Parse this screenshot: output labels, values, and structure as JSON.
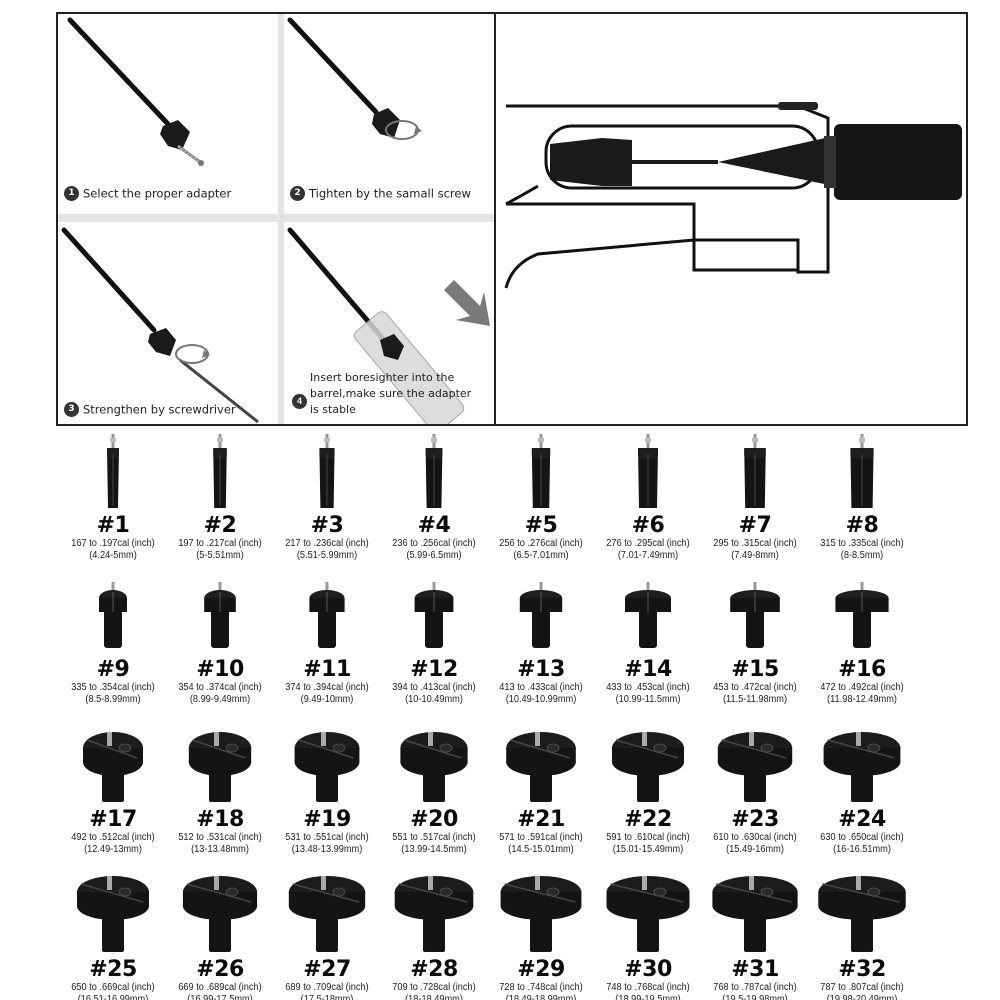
{
  "steps": [
    {
      "num": "1",
      "text": "Select the proper adapter"
    },
    {
      "num": "2",
      "text": "Tighten by the samall screw"
    },
    {
      "num": "3",
      "text": "Strengthen by screwdriver"
    },
    {
      "num": "4",
      "text_lines": [
        "Insert boresighter into the",
        "barrel,make sure the adapter",
        "is stable"
      ]
    }
  ],
  "adapters": [
    {
      "label": "#1",
      "cal": "167 to .197cal (inch)",
      "mm": "(4.24-5mm)"
    },
    {
      "label": "#2",
      "cal": "197 to .217cal (inch)",
      "mm": "(5-5.51mm)"
    },
    {
      "label": "#3",
      "cal": "217 to .236cal (inch)",
      "mm": "(5.51-5.99mm)"
    },
    {
      "label": "#4",
      "cal": "236 to .256cal (inch)",
      "mm": "(5.99-6.5mm)"
    },
    {
      "label": "#5",
      "cal": "256 to .276cal (inch)",
      "mm": "(6.5-7.01mm)"
    },
    {
      "label": "#6",
      "cal": "276 to .295cal (inch)",
      "mm": "(7.01-7.49mm)"
    },
    {
      "label": "#7",
      "cal": "295 to .315cal (inch)",
      "mm": "(7.49-8mm)"
    },
    {
      "label": "#8",
      "cal": "315 to .335cal (inch)",
      "mm": "(8-8.5mm)"
    },
    {
      "label": "#9",
      "cal": "335 to .354cal (inch)",
      "mm": "(8.5-8.99mm)"
    },
    {
      "label": "#10",
      "cal": "354 to .374cal (inch)",
      "mm": "(8.99-9.49mm)"
    },
    {
      "label": "#11",
      "cal": "374 to .394cal (inch)",
      "mm": "(9.49-10mm)"
    },
    {
      "label": "#12",
      "cal": "394 to .413cal (inch)",
      "mm": "(10-10.49mm)"
    },
    {
      "label": "#13",
      "cal": "413 to .433cal (inch)",
      "mm": "(10.49-10.99mm)"
    },
    {
      "label": "#14",
      "cal": "433 to .453cal (inch)",
      "mm": "(10.99-11.5mm)"
    },
    {
      "label": "#15",
      "cal": "453 to .472cal (inch)",
      "mm": "(11.5-11.98mm)"
    },
    {
      "label": "#16",
      "cal": "472 to .492cal (inch)",
      "mm": "(11.98-12.49mm)"
    },
    {
      "label": "#17",
      "cal": "492 to .512cal (inch)",
      "mm": "(12.49-13mm)"
    },
    {
      "label": "#18",
      "cal": "512 to .531cal (inch)",
      "mm": "(13-13.48mm)"
    },
    {
      "label": "#19",
      "cal": "531 to .551cal (inch)",
      "mm": "(13.48-13.99mm)"
    },
    {
      "label": "#20",
      "cal": "551 to .517cal (inch)",
      "mm": "(13.99-14.5mm)"
    },
    {
      "label": "#21",
      "cal": "571 to .591cal (inch)",
      "mm": "(14.5-15.01mm)"
    },
    {
      "label": "#22",
      "cal": "591 to .610cal (inch)",
      "mm": "(15.01-15.49mm)"
    },
    {
      "label": "#23",
      "cal": "610 to .630cal (inch)",
      "mm": "(15.49-16mm)"
    },
    {
      "label": "#24",
      "cal": "630 to .650cal (inch)",
      "mm": "(16-16.51mm)"
    },
    {
      "label": "#25",
      "cal": "650 to .669cal (inch)",
      "mm": "(16.51-16.99mm)"
    },
    {
      "label": "#26",
      "cal": "669 to .689cal (inch)",
      "mm": "(16.99-17.5mm)"
    },
    {
      "label": "#27",
      "cal": "689 to .709cal (inch)",
      "mm": "(17.5-18mm)"
    },
    {
      "label": "#28",
      "cal": "709 to .728cal (inch)",
      "mm": "(18-18.49mm)"
    },
    {
      "label": "#29",
      "cal": "728 to .748cal (inch)",
      "mm": "(18.49-18.99mm)"
    },
    {
      "label": "#30",
      "cal": "748 to .768cal (inch)",
      "mm": "(18.99-19.5mm)"
    },
    {
      "label": "#31",
      "cal": "768 to .787cal (inch)",
      "mm": "(19.5-19.98mm)"
    },
    {
      "label": "#32",
      "cal": "787 to .807cal (inch)",
      "mm": "(19.98-20.49mm)"
    }
  ]
}
